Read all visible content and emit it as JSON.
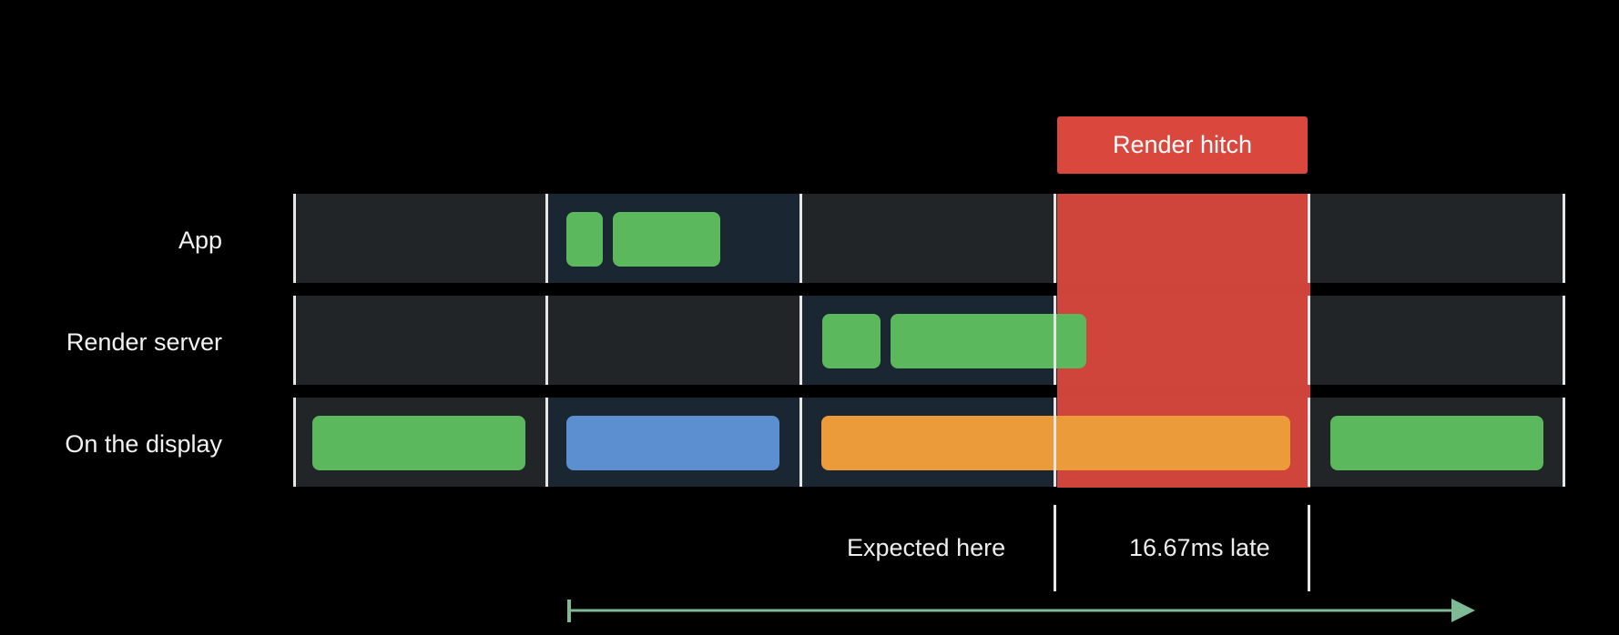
{
  "hitch": {
    "label": "Render hitch",
    "color": "#d9473d"
  },
  "rows": [
    {
      "label": "App"
    },
    {
      "label": "Render server"
    },
    {
      "label": "On the display"
    }
  ],
  "annotations": {
    "expected": "Expected here",
    "late": "16.67ms late"
  },
  "colors": {
    "track": "#222528",
    "frame_active": "#1b2633",
    "green": "#5cb85c",
    "blue": "#5b8fd0",
    "orange": "#eb9b3a",
    "tick": "#e6e6e6",
    "arrow": "#7fba96"
  }
}
